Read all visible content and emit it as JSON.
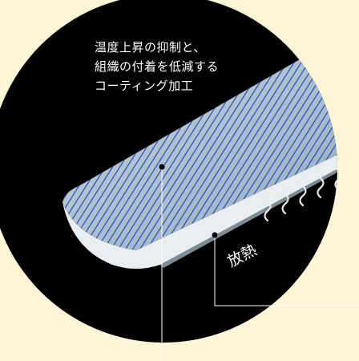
{
  "caption": {
    "lines": [
      "温度上昇の抑制と、",
      "組織の付着を低減する",
      "コーティング加工"
    ]
  },
  "heat_label": "放熱",
  "colors": {
    "page_background": "#fdf5d5",
    "circle": "#000000",
    "blade_surface": "#a9bcc9",
    "stripe": "#2b56c8",
    "caption_text": "#ffffff"
  }
}
